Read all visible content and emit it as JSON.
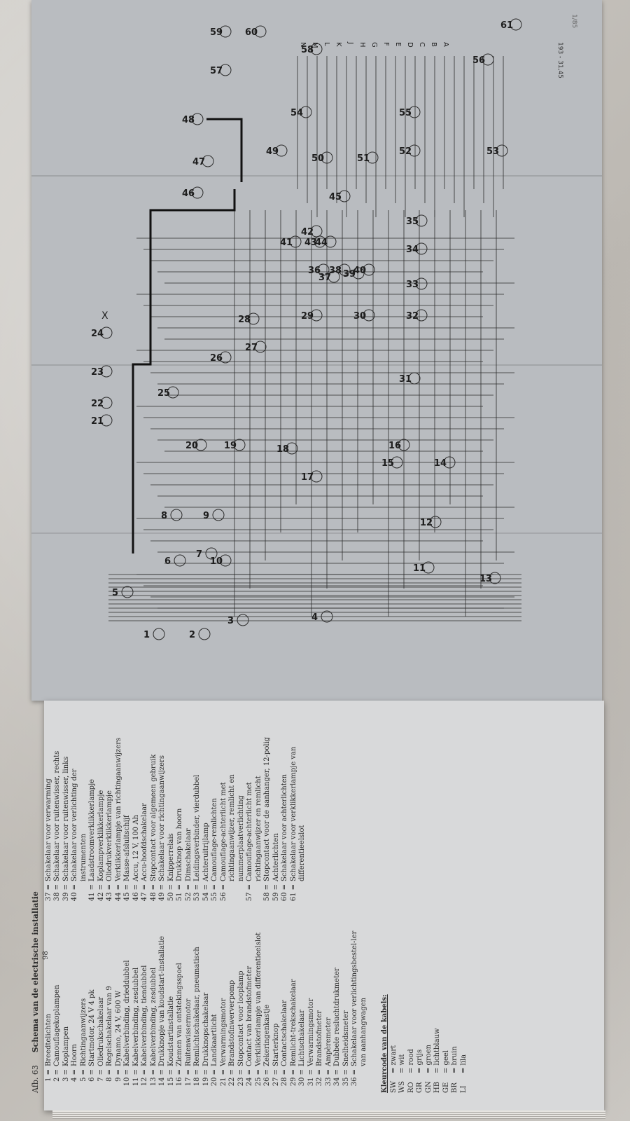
{
  "document": {
    "figure_label": "Afb. 63",
    "title": "Schema van de electrische installatie",
    "page_number": "98",
    "doc_code": "193 - 31,45",
    "margin_note": "1/85"
  },
  "legend_col1": [
    {
      "n": "1",
      "t": "Breedtelichten"
    },
    {
      "n": "2",
      "t": "Camouflagekoplampen"
    },
    {
      "n": "3",
      "t": "Koplampen"
    },
    {
      "n": "4",
      "t": "Hoorn"
    },
    {
      "n": "5",
      "t": "Richtingaanwijzers"
    },
    {
      "n": "6",
      "t": "Startmotor, 24 V 4 pk"
    },
    {
      "n": "7",
      "t": "Oliedrukschakelaar"
    },
    {
      "n": "8",
      "t": "Regelschakelaar van 9"
    },
    {
      "n": "9",
      "t": "Dynamo, 24 V, 600 W"
    },
    {
      "n": "10",
      "t": "Kabelverbinding, drieddubbel"
    },
    {
      "n": "11",
      "t": "Kabelverbinding, zesdubbel"
    },
    {
      "n": "12",
      "t": "Kabelverbinding, tiendubbel"
    },
    {
      "n": "13",
      "t": "Kabelverbinding, zesdubbel"
    },
    {
      "n": "14",
      "t": "Drukknopje van koudstart-installatie"
    },
    {
      "n": "15",
      "t": "Koudstartinstallatie"
    },
    {
      "n": "16",
      "t": "Ziemen van ontstekingsspoel"
    },
    {
      "n": "17",
      "t": "Ruitenwissermotor"
    },
    {
      "n": "18",
      "t": "Remlichtschakelaar, pneumatisch"
    },
    {
      "n": "19",
      "t": "Drukknopschakelaar"
    },
    {
      "n": "20",
      "t": "Landkaartlicht"
    },
    {
      "n": "21",
      "t": "Verwarmingsmotor"
    },
    {
      "n": "22",
      "t": "Brandstofinwerverpomp"
    },
    {
      "n": "23",
      "t": "Stopcontact voor looplamp"
    },
    {
      "n": "24",
      "t": "Contact van brandstofmeter"
    },
    {
      "n": "25",
      "t": "Verklikkerlampje van differentieelslot"
    },
    {
      "n": "26",
      "t": "Zekeringenkastje"
    },
    {
      "n": "27",
      "t": "Starterknop"
    },
    {
      "n": "28",
      "t": "Contactschakelaar"
    },
    {
      "n": "29",
      "t": "Remlicht-trekschakelaar"
    },
    {
      "n": "30",
      "t": "Lichtschakelaar"
    },
    {
      "n": "31",
      "t": "Verwarmingsmotor"
    },
    {
      "n": "32",
      "t": "Brandstofmeter"
    },
    {
      "n": "33",
      "t": "Ampèremeter"
    },
    {
      "n": "34",
      "t": "Dubbele resluchtdrukmeter"
    },
    {
      "n": "35",
      "t": "Snelheidsmeter"
    },
    {
      "n": "36",
      "t": "Schakelaar voor verlichtingsbestel-ler van aanhangwagen"
    }
  ],
  "legend_col2": [
    {
      "n": "37",
      "t": "Schakelaar voor verwarming"
    },
    {
      "n": "38",
      "t": "Schakelaar voor ruitenwisser, rechts"
    },
    {
      "n": "39",
      "t": "Schakelaar voor ruitenwisser, links"
    },
    {
      "n": "40",
      "t": "Schakelaar voor verlichting der instrumenten"
    },
    {
      "n": "41",
      "t": "Laadstroomverklikkerlampje"
    },
    {
      "n": "42",
      "t": "Koplampverklikkerlampje"
    },
    {
      "n": "43",
      "t": "Oliedrukverklikkerlampje"
    },
    {
      "n": "44",
      "t": "Verklikkerlampje van richtingaanwijzers"
    },
    {
      "n": "45",
      "t": "Masse-afsluitschijf"
    },
    {
      "n": "46",
      "t": "Accu, 12 V, 100 Ah"
    },
    {
      "n": "47",
      "t": "Accu-hoofdschakelaar"
    },
    {
      "n": "48",
      "t": "Stopcontact voor algemeen gebruik"
    },
    {
      "n": "49",
      "t": "Schakelaar voor richtingaanwijzers"
    },
    {
      "n": "50",
      "t": "Knipperrelais"
    },
    {
      "n": "51",
      "t": "Drukknop van hoorn"
    },
    {
      "n": "52",
      "t": "Dimschakelaar"
    },
    {
      "n": "53",
      "t": "Leidingsverbinder, vierdubbel"
    },
    {
      "n": "54",
      "t": "Achteruitrijlamp"
    },
    {
      "n": "55",
      "t": "Camouflage-remlichten"
    },
    {
      "n": "56",
      "t": "Camouflage-achterlicht met richtingaanwijzer, remlicht en nummerplaatverlichting"
    },
    {
      "n": "57",
      "t": "Camouflage-achterlicht met richtingaanwijzer en remlicht"
    },
    {
      "n": "58",
      "t": "Stopcontact voor de aanhanger, 12-polig"
    },
    {
      "n": "59",
      "t": "Achterlichten"
    },
    {
      "n": "60",
      "t": "Schakelaar voor achterlichten"
    },
    {
      "n": "61",
      "t": "Schakelaar voor verklikkerlampje van differentieelslot"
    }
  ],
  "colors_title": "Kleurcode van de kabels:",
  "color_codes": [
    {
      "n": "SW",
      "t": "= zwart"
    },
    {
      "n": "WS",
      "t": "= wit"
    },
    {
      "n": "RO",
      "t": "= rood"
    },
    {
      "n": "GR",
      "t": "= grijs"
    },
    {
      "n": "GN",
      "t": "= groen"
    },
    {
      "n": "HB",
      "t": "= lichtblauw"
    },
    {
      "n": "GE",
      "t": "= geel"
    },
    {
      "n": "BR",
      "t": "= bruin"
    },
    {
      "n": "LI",
      "t": "= lila"
    }
  ],
  "diagram": {
    "component_numbers": [
      "1",
      "2",
      "3",
      "4",
      "5",
      "6",
      "7",
      "8",
      "9",
      "10",
      "11",
      "12",
      "13",
      "14",
      "15",
      "16",
      "17",
      "18",
      "19",
      "20",
      "21",
      "22",
      "23",
      "24",
      "25",
      "26",
      "27",
      "28",
      "29",
      "30",
      "31",
      "32",
      "33",
      "34",
      "35",
      "36",
      "37",
      "38",
      "39",
      "40",
      "41",
      "42",
      "43",
      "44",
      "45",
      "46",
      "47",
      "48",
      "49",
      "50",
      "51",
      "52",
      "53",
      "54",
      "55",
      "56",
      "57",
      "58",
      "59",
      "60",
      "61"
    ],
    "connector_letters": [
      "N",
      "M",
      "L",
      "K",
      "J",
      "H",
      "G",
      "F",
      "E",
      "D",
      "C",
      "B",
      "A"
    ],
    "annotation_mark": "X"
  }
}
